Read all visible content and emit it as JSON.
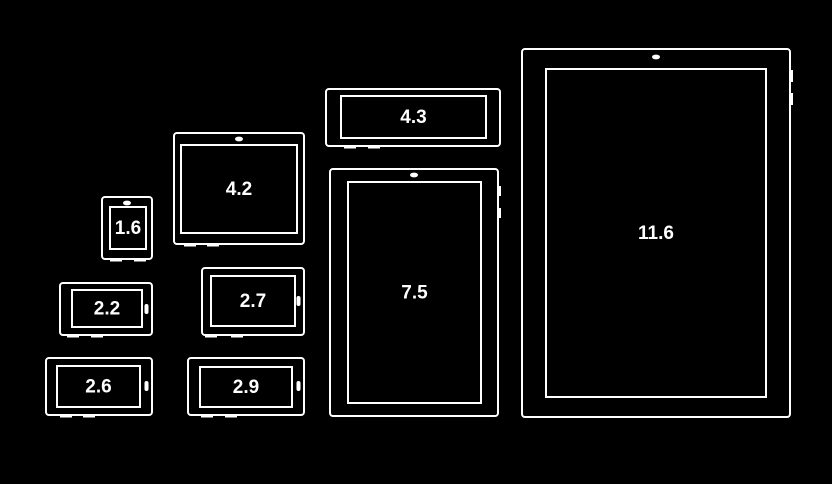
{
  "devices": [
    {
      "id": "display-1-6",
      "label": "1.6"
    },
    {
      "id": "display-2-2",
      "label": "2.2"
    },
    {
      "id": "display-2-6",
      "label": "2.6"
    },
    {
      "id": "display-4-2",
      "label": "4.2"
    },
    {
      "id": "display-2-7",
      "label": "2.7"
    },
    {
      "id": "display-2-9",
      "label": "2.9"
    },
    {
      "id": "display-4-3",
      "label": "4.3"
    },
    {
      "id": "display-7-5",
      "label": "7.5"
    },
    {
      "id": "display-11-6",
      "label": "11.6"
    }
  ]
}
